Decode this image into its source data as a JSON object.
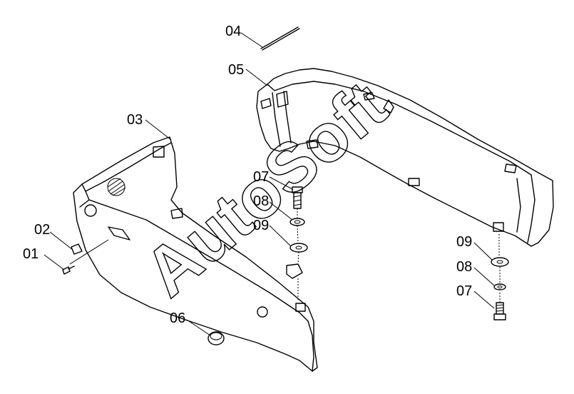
{
  "watermark": "AutoSoft",
  "callouts": {
    "c01": "01",
    "c02": "02",
    "c03": "03",
    "c04": "04",
    "c05": "05",
    "c06": "06",
    "c07a": "07",
    "c08a": "08",
    "c09a": "09",
    "c09b": "09",
    "c08b": "08",
    "c07b": "07"
  }
}
